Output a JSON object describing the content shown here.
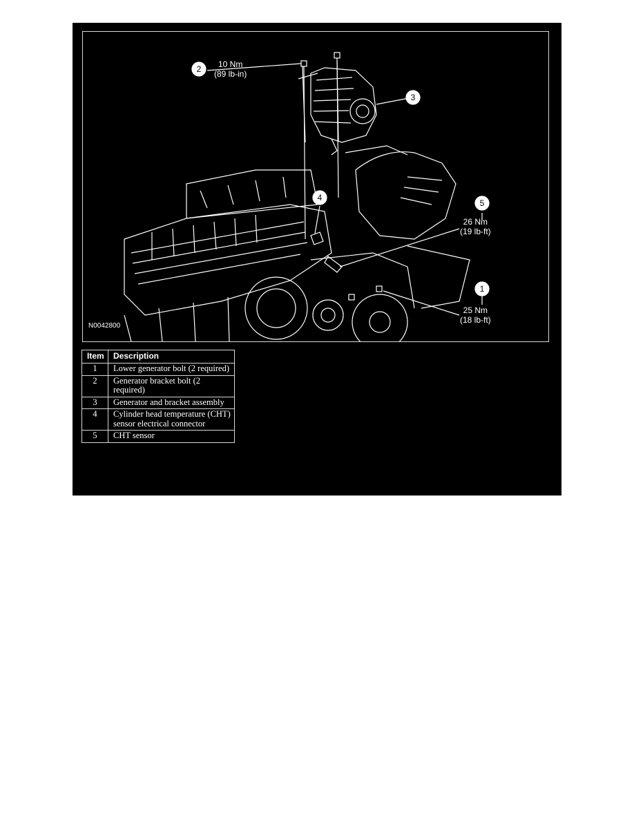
{
  "figure": {
    "id": "N0042800",
    "callouts": [
      {
        "number": "1",
        "torque_nm": "25 Nm",
        "torque_imperial": "(18 lb-ft)"
      },
      {
        "number": "2",
        "torque_nm": "10 Nm",
        "torque_imperial": "(89 lb-in)"
      },
      {
        "number": "3"
      },
      {
        "number": "4"
      },
      {
        "number": "5",
        "torque_nm": "26 Nm",
        "torque_imperial": "(19 lb-ft)"
      }
    ]
  },
  "legend": {
    "headers": [
      "Item",
      "Description"
    ],
    "rows": [
      {
        "item": "1",
        "description": "Lower generator bolt (2 required)"
      },
      {
        "item": "2",
        "description": "Generator bracket bolt (2 required)"
      },
      {
        "item": "3",
        "description": "Generator and bracket assembly"
      },
      {
        "item": "4",
        "description": "Cylinder head temperature (CHT) sensor electrical connector"
      },
      {
        "item": "5",
        "description": "CHT sensor"
      }
    ]
  },
  "colors": {
    "background": "#000000",
    "foreground": "#ffffff",
    "page": "#ffffff"
  }
}
